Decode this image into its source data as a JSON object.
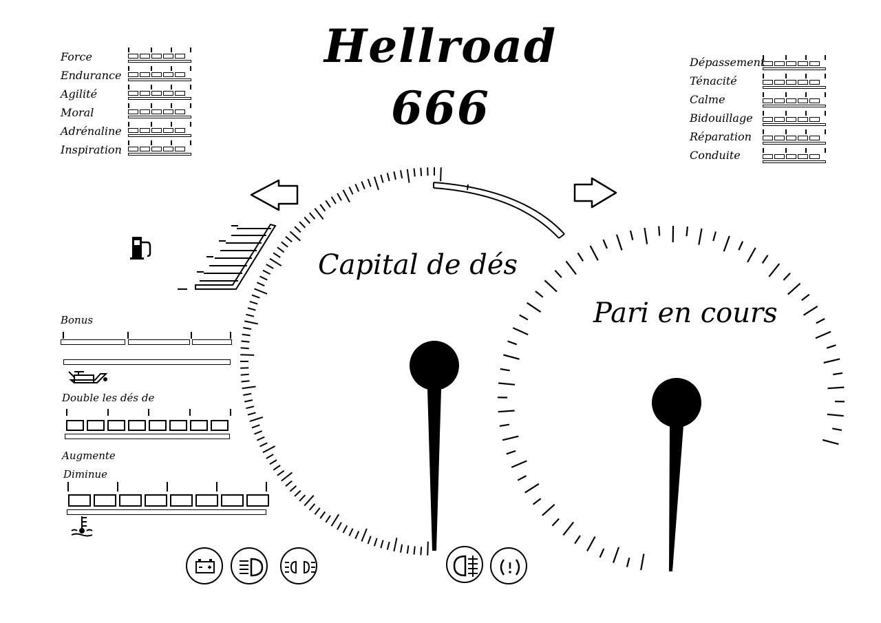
{
  "title": "Hellroad 666",
  "left_stats": [
    "Force",
    "Endurance",
    "Agilité",
    "Moral",
    "Adrénaline",
    "Inspiration"
  ],
  "right_stats": [
    "Dépassement",
    "Ténacité",
    "Calme",
    "Bidouillage",
    "Réparation",
    "Conduite"
  ],
  "gauges": {
    "capital": {
      "label": "Capital de dés"
    },
    "pari": {
      "label": "Pari en cours"
    }
  },
  "panel": {
    "bonus_label": "Bonus",
    "double_label": "Double les dés de",
    "augmente_label": "Augmente",
    "diminue_label": "Diminue"
  },
  "icons": {
    "fuel": "fuel-pump-icon",
    "stairs": "staircase-icon",
    "oil": "oil-can-icon",
    "temperature": "coolant-temperature-icon",
    "battery": "battery-icon",
    "headlight": "headlight-low-beam-icon",
    "sidelights": "sidelights-icon",
    "fog": "rear-fog-light-icon",
    "brake": "brake-warning-icon"
  },
  "colors": {
    "ink": "#000000",
    "paper": "#ffffff"
  }
}
